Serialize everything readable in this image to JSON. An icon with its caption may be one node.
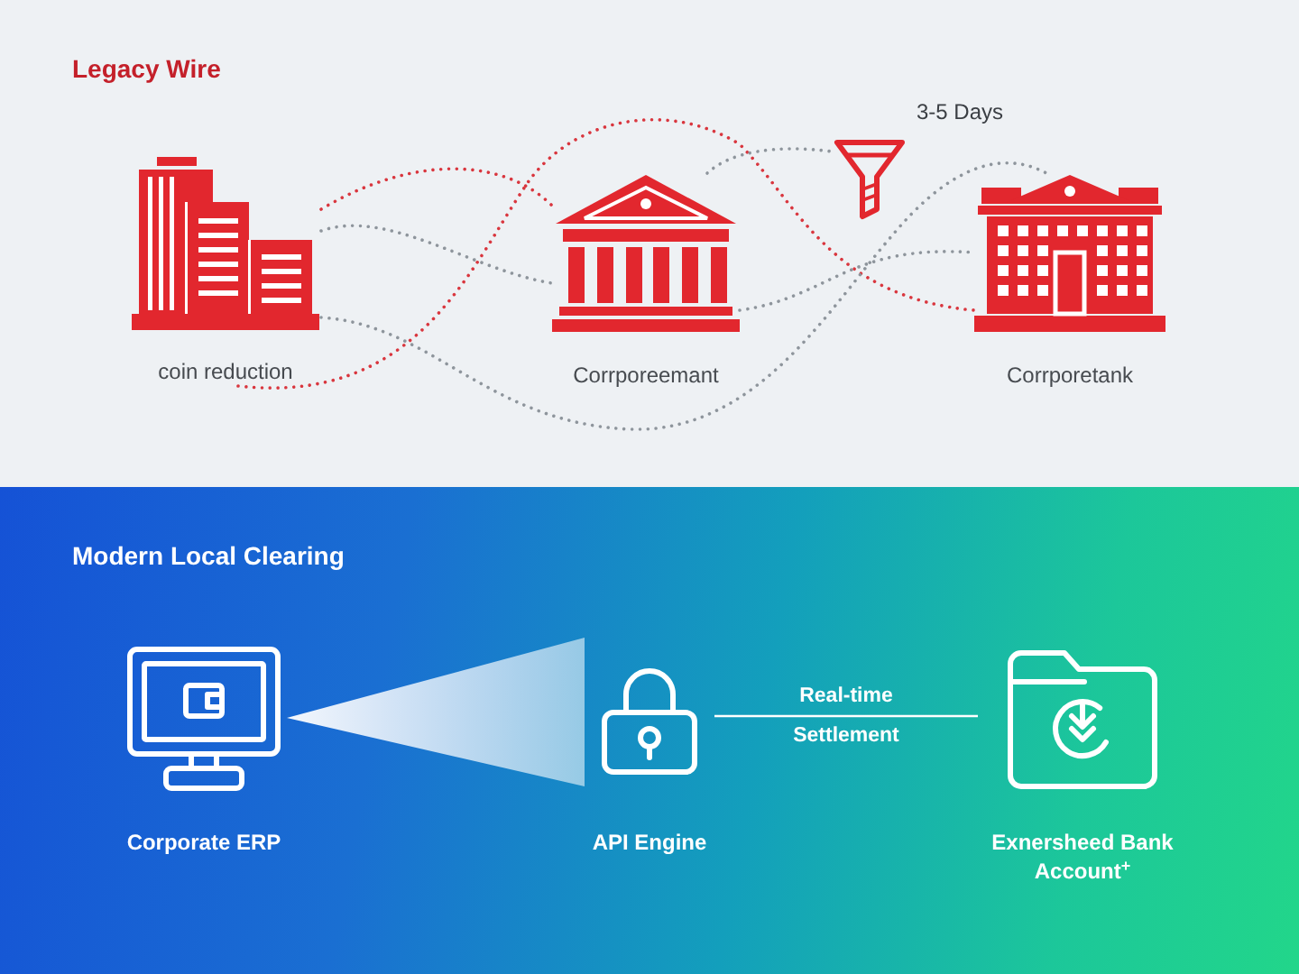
{
  "diagram": {
    "nodes": [
      {
        "text": [
          "Legacy Wire"
        ]
      },
      {
        "text": [
          "coin reduction"
        ],
        "in": 0
      },
      {
        "text": [
          "Corrporeemant"
        ],
        "in": 0
      },
      {
        "text": [],
        "shape": "funnel",
        "in": 0,
        "beside": [
          "3-5 Days"
        ]
      },
      {
        "text": [
          "Corrporetank"
        ],
        "in": 0
      },
      {
        "text": [
          "Modern Local Clearing"
        ]
      },
      {
        "text": [
          "Corporate ERP"
        ],
        "in": 5
      },
      {
        "text": [
          "API Engine"
        ],
        "in": 5
      },
      {
        "text": [
          "Exnersheed Bank Account$^{+}$"
        ],
        "in": 5
      }
    ],
    "edges": [
      {
        "from": 1,
        "to": 2,
        "arrow": "none",
        "style": "dashed",
        "color": "#d9363e"
      },
      {
        "from": 1,
        "to": 2,
        "arrow": "none",
        "style": "dashed"
      },
      {
        "from": 1,
        "to": 4,
        "arrow": "none",
        "style": "dashed",
        "color": "#d9363e"
      },
      {
        "from": 1,
        "to": 4,
        "arrow": "none",
        "style": "dashed"
      },
      {
        "from": 2,
        "to": 3,
        "arrow": "none",
        "style": "dashed"
      },
      {
        "from": 2,
        "to": 4,
        "arrow": "none",
        "style": "dashed"
      },
      {
        "from": 6,
        "to": 7,
        "arrow": "none",
        "style": "thick",
        "color": "#ffffff"
      },
      {
        "from": 7,
        "to": 8,
        "arrow": "none",
        "color": "#ffffff",
        "label": "Real-time Settlement"
      }
    ]
  }
}
